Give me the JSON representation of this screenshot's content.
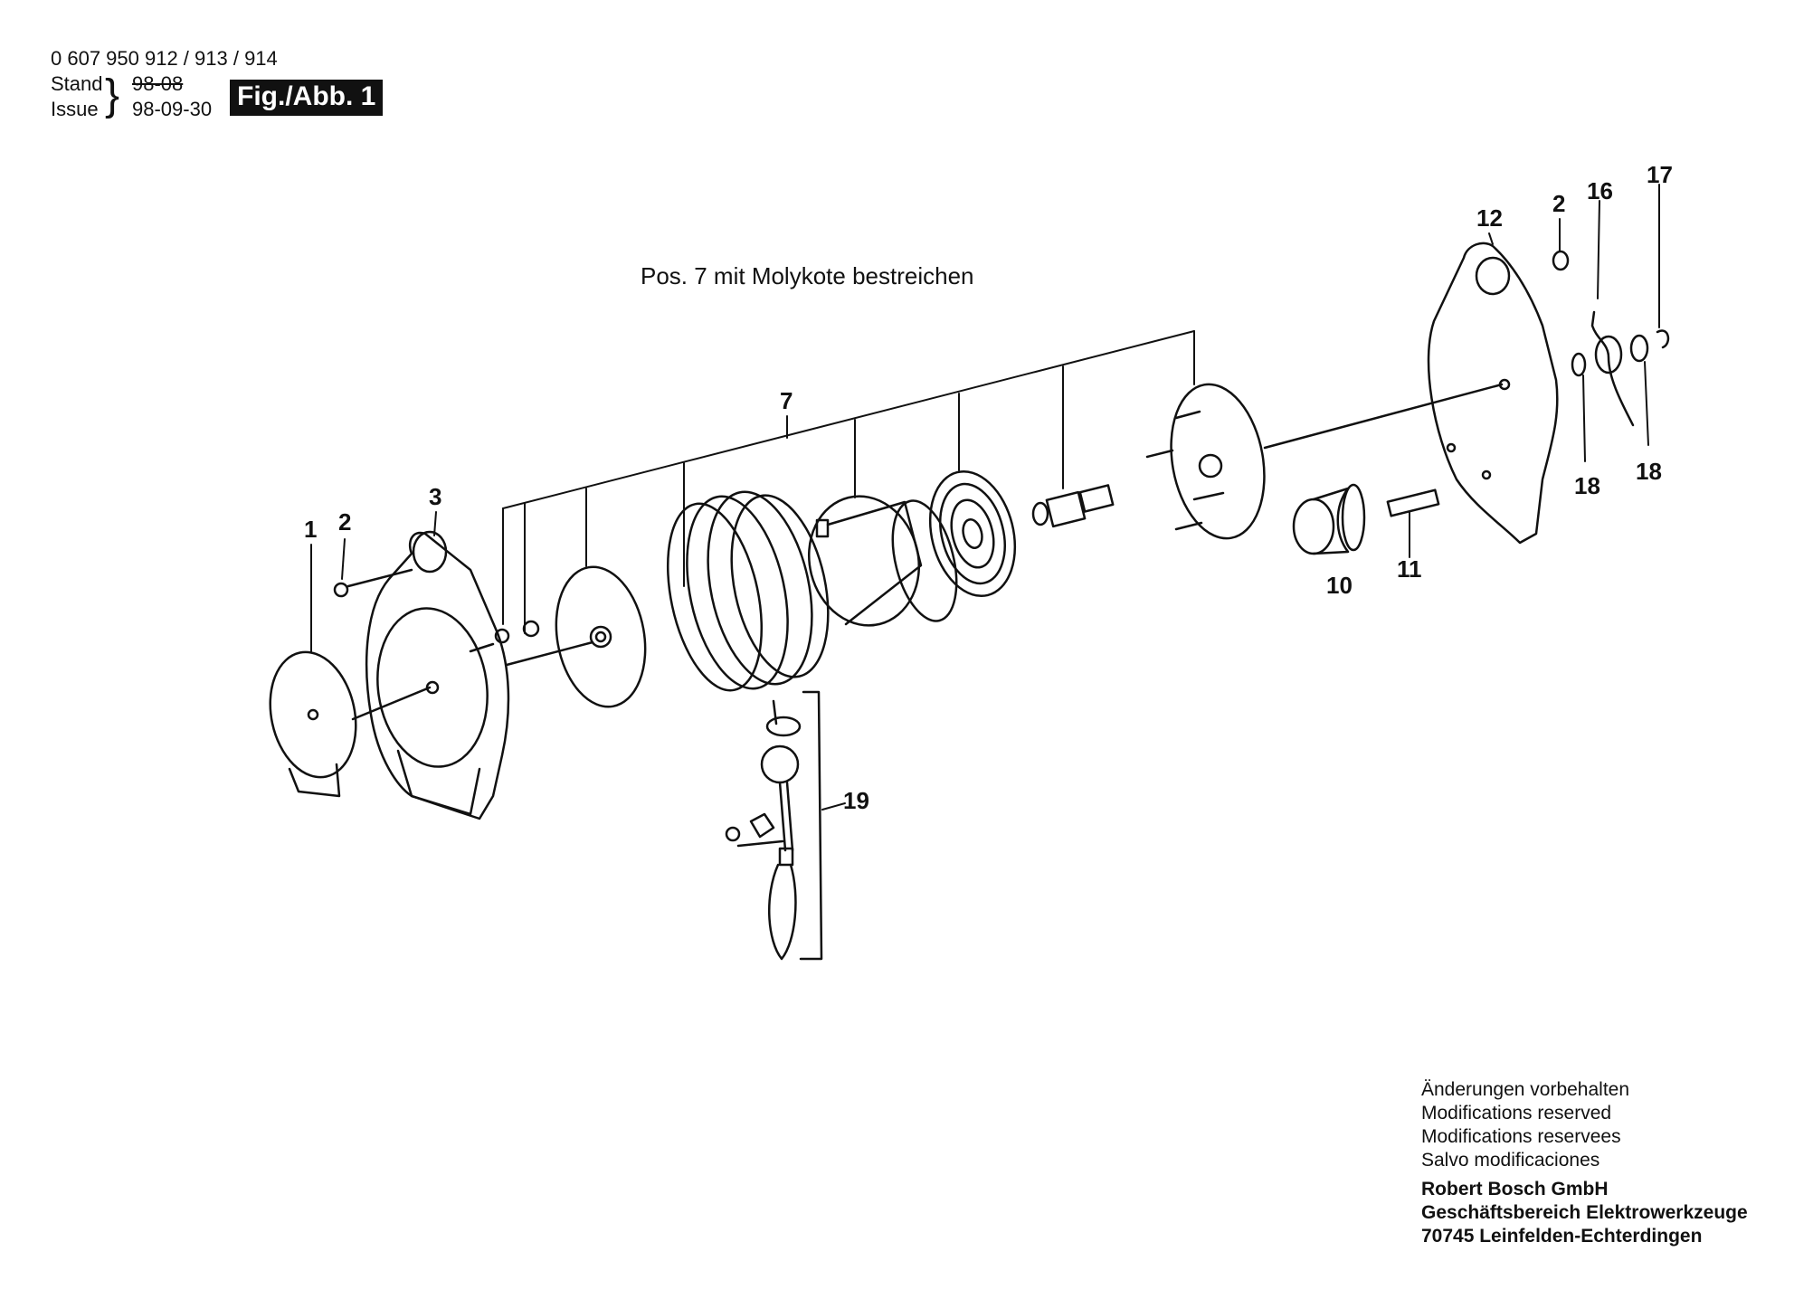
{
  "header": {
    "part_numbers": "0 607 950 912 / 913 / 914",
    "stand_label": "Stand",
    "issue_label": "Issue",
    "stand_value": "98-08",
    "issue_value": "98-09-30",
    "figure_label": "Fig./Abb. 1"
  },
  "note": "Pos. 7 mit Molykote bestreichen",
  "callouts": [
    "1",
    "2",
    "3",
    "7",
    "2",
    "12",
    "16",
    "17",
    "18",
    "18",
    "10",
    "11",
    "19"
  ],
  "footer": {
    "lines": [
      "Änderungen vorbehalten",
      "Modifications reserved",
      "Modifications reservees",
      "Salvo modificaciones"
    ],
    "company": [
      "Robert Bosch GmbH",
      "Geschäftsbereich Elektrowerkzeuge",
      "70745 Leinfelden-Echterdingen"
    ]
  },
  "colors": {
    "ink": "#111111",
    "background": "#ffffff"
  }
}
